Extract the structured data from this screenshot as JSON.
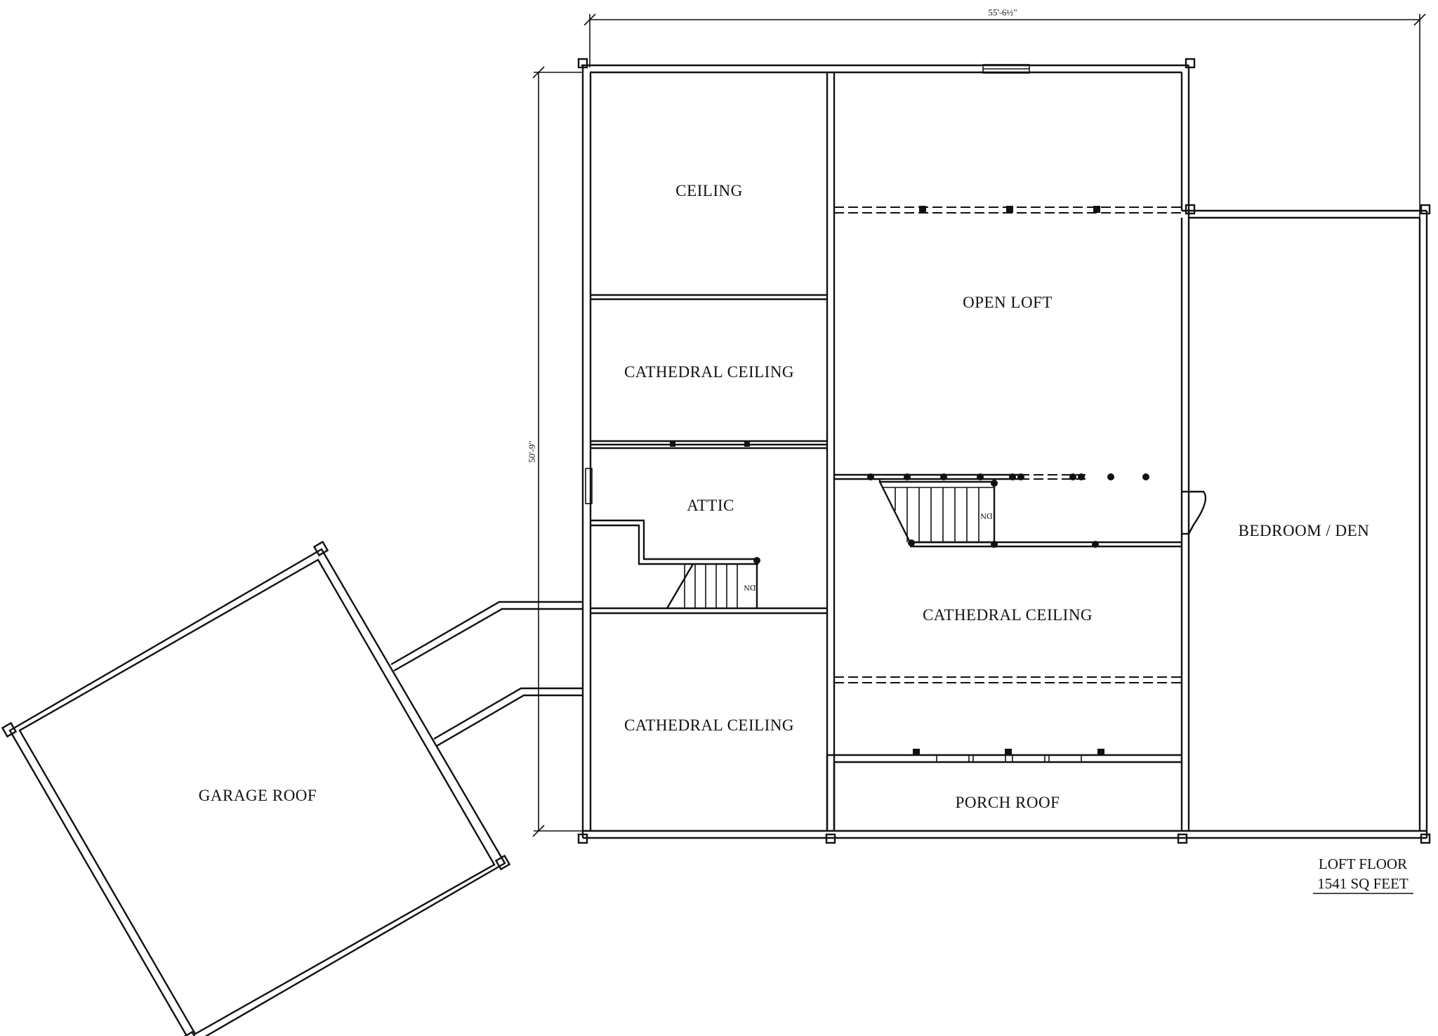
{
  "plan": {
    "dimensions": {
      "width": "55'-6½\"",
      "height": "50'-9\""
    },
    "rooms": {
      "ceiling": "CEILING",
      "cathedral_ceiling_left_upper": "CATHEDRAL CEILING",
      "attic": "ATTIC",
      "cathedral_ceiling_left_lower": "CATHEDRAL CEILING",
      "open_loft": "OPEN LOFT",
      "cathedral_ceiling_center": "CATHEDRAL CEILING",
      "porch_roof": "PORCH ROOF",
      "bedroom_den": "BEDROOM / DEN",
      "garage_roof": "GARAGE ROOF"
    },
    "stairs": {
      "left_dn": "DN",
      "center_dn": "DN"
    },
    "caption": {
      "title": "LOFT FLOOR",
      "area": "1541 SQ FEET"
    }
  }
}
